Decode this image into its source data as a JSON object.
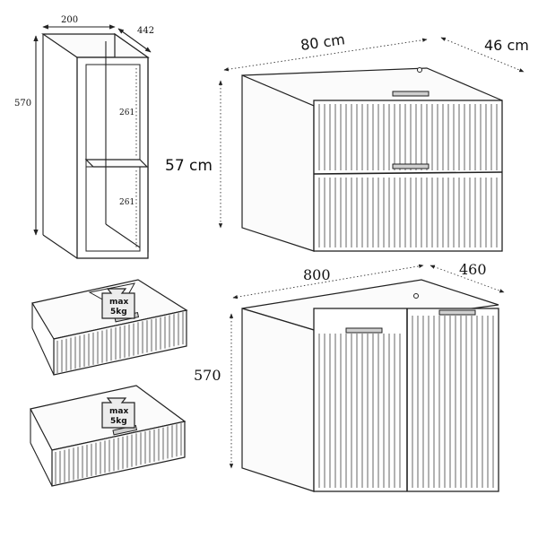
{
  "shelf_unit": {
    "width": "200",
    "depth": "442",
    "height": "570",
    "compartment_upper": "261",
    "compartment_lower": "261"
  },
  "cabinet_drawers": {
    "width": "80 cm",
    "depth": "46 cm",
    "height": "57 cm"
  },
  "cabinet_doors": {
    "width": "800",
    "depth": "460",
    "height": "570"
  },
  "drawer_load": {
    "top": {
      "line1": "max",
      "line2": "5kg"
    },
    "bottom": {
      "line1": "max",
      "line2": "5kg"
    }
  }
}
